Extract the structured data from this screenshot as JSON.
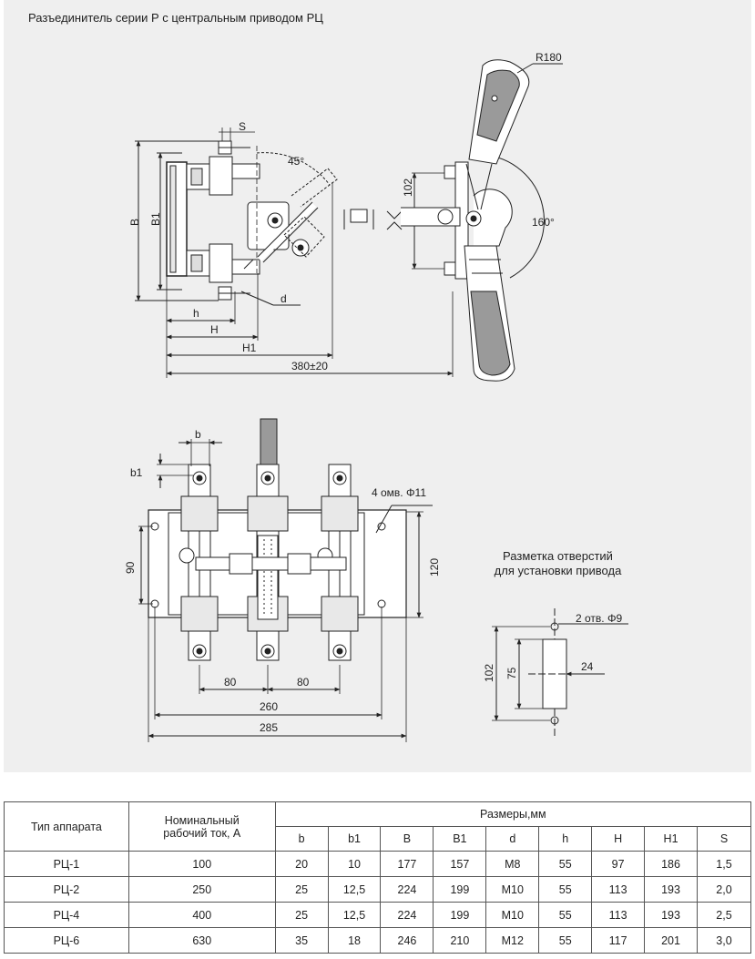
{
  "title": "Разъединитель серии Р с центральным приводом  РЦ",
  "side_view": {
    "dims": {
      "S": "S",
      "B": "B",
      "B1": "B1",
      "h": "h",
      "H": "H",
      "H1": "H1",
      "total": "380±20",
      "d": "d",
      "angle45": "45°",
      "h102": "102",
      "R": "R180",
      "angle160": "160°"
    }
  },
  "front_view": {
    "dims": {
      "b": "b",
      "b1": "b1",
      "holes": "4 омв. Φ11",
      "h90": "90",
      "h120": "120",
      "w80a": "80",
      "w80b": "80",
      "w260": "260",
      "w285": "285"
    }
  },
  "marking": {
    "title_line1": "Разметка отверстий",
    "title_line2": "для установки привода",
    "holes": "2 отв. Φ9",
    "d24": "24",
    "d75": "75",
    "d102": "102"
  },
  "table": {
    "col_type": "Тип аппарата",
    "col_current_1": "Номинальный",
    "col_current_2": "рабочий ток, А",
    "col_sizes": "Размеры,мм",
    "sub_headers": [
      "b",
      "b1",
      "B",
      "B1",
      "d",
      "h",
      "H",
      "H1",
      "S"
    ],
    "rows": [
      [
        "РЦ-1",
        "100",
        "20",
        "10",
        "177",
        "157",
        "M8",
        "55",
        "97",
        "186",
        "1,5"
      ],
      [
        "РЦ-2",
        "250",
        "25",
        "12,5",
        "224",
        "199",
        "M10",
        "55",
        "113",
        "193",
        "2,0"
      ],
      [
        "РЦ-4",
        "400",
        "25",
        "12,5",
        "224",
        "199",
        "M10",
        "55",
        "113",
        "193",
        "2,5"
      ],
      [
        "РЦ-6",
        "630",
        "35",
        "18",
        "246",
        "210",
        "M12",
        "55",
        "117",
        "201",
        "3,0"
      ]
    ]
  }
}
